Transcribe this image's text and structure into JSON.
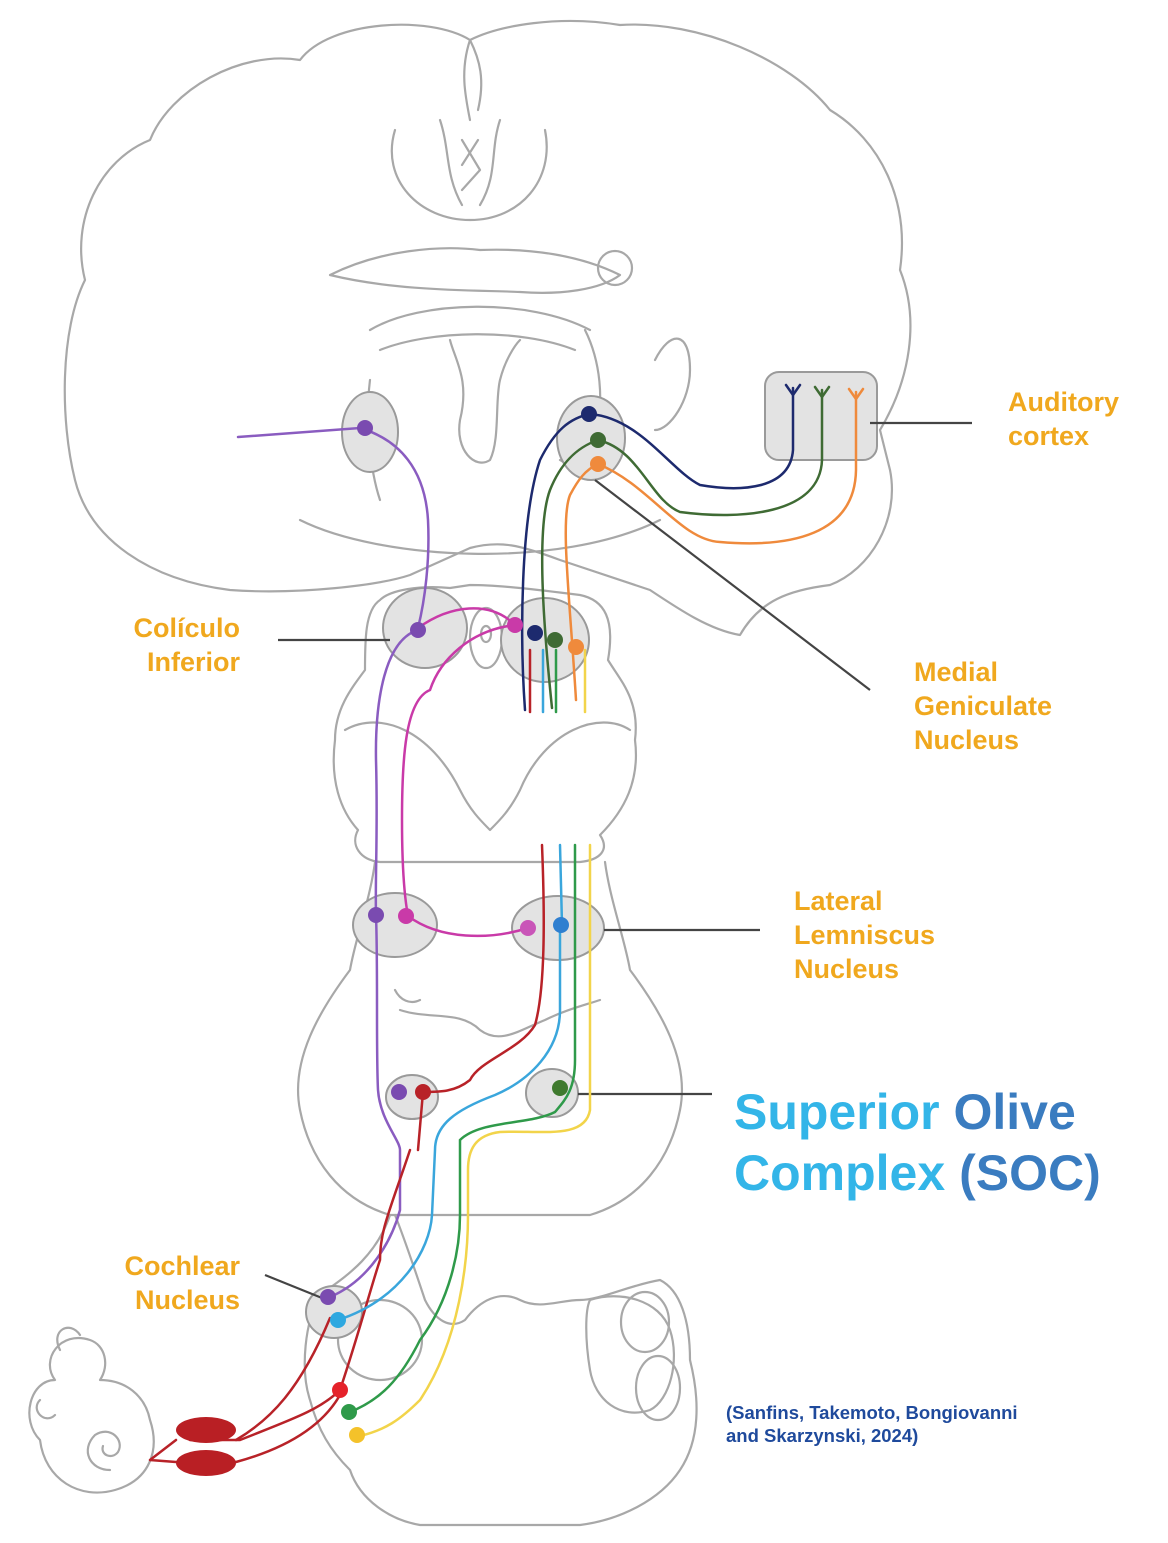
{
  "labels": {
    "auditory_cortex_l1": "Auditory",
    "auditory_cortex_l2": "cortex",
    "coliculo_l1": "Colículo",
    "coliculo_l2": "Inferior",
    "mgn_l1": "Medial",
    "mgn_l2": "Geniculate",
    "mgn_l3": "Nucleus",
    "lln_l1": "Lateral",
    "lln_l2": "Lemniscus",
    "lln_l3": "Nucleus",
    "cochlear_l1": "Cochlear",
    "cochlear_l2": "Nucleus",
    "soc_w1": "Superior",
    "soc_w2": "Olive",
    "soc_w3": "Complex",
    "soc_w4": "(SOC)",
    "citation_l1": "(Sanfins, Takemoto, Bongiovanni",
    "citation_l2": "and Skarzynski, 2024)"
  },
  "colors": {
    "label_orange": "#f0a81e",
    "soc_light_blue": "#33b5e8",
    "soc_dark_blue": "#3a7cc0",
    "citation_blue": "#1f4a9c",
    "pathway_navy": "#1d2a6e",
    "pathway_dark_green": "#3f6b34",
    "pathway_orange": "#ef8a3c",
    "pathway_purple": "#7a4bb0",
    "pathway_magenta": "#c93aa8",
    "pathway_red": "#b82228",
    "pathway_blue": "#3aa6dc",
    "pathway_green": "#2f9a4a",
    "pathway_yellow": "#f2d44a",
    "nucleus_fill": "#e3e3e3",
    "outline_gray": "#9a9a9a"
  }
}
